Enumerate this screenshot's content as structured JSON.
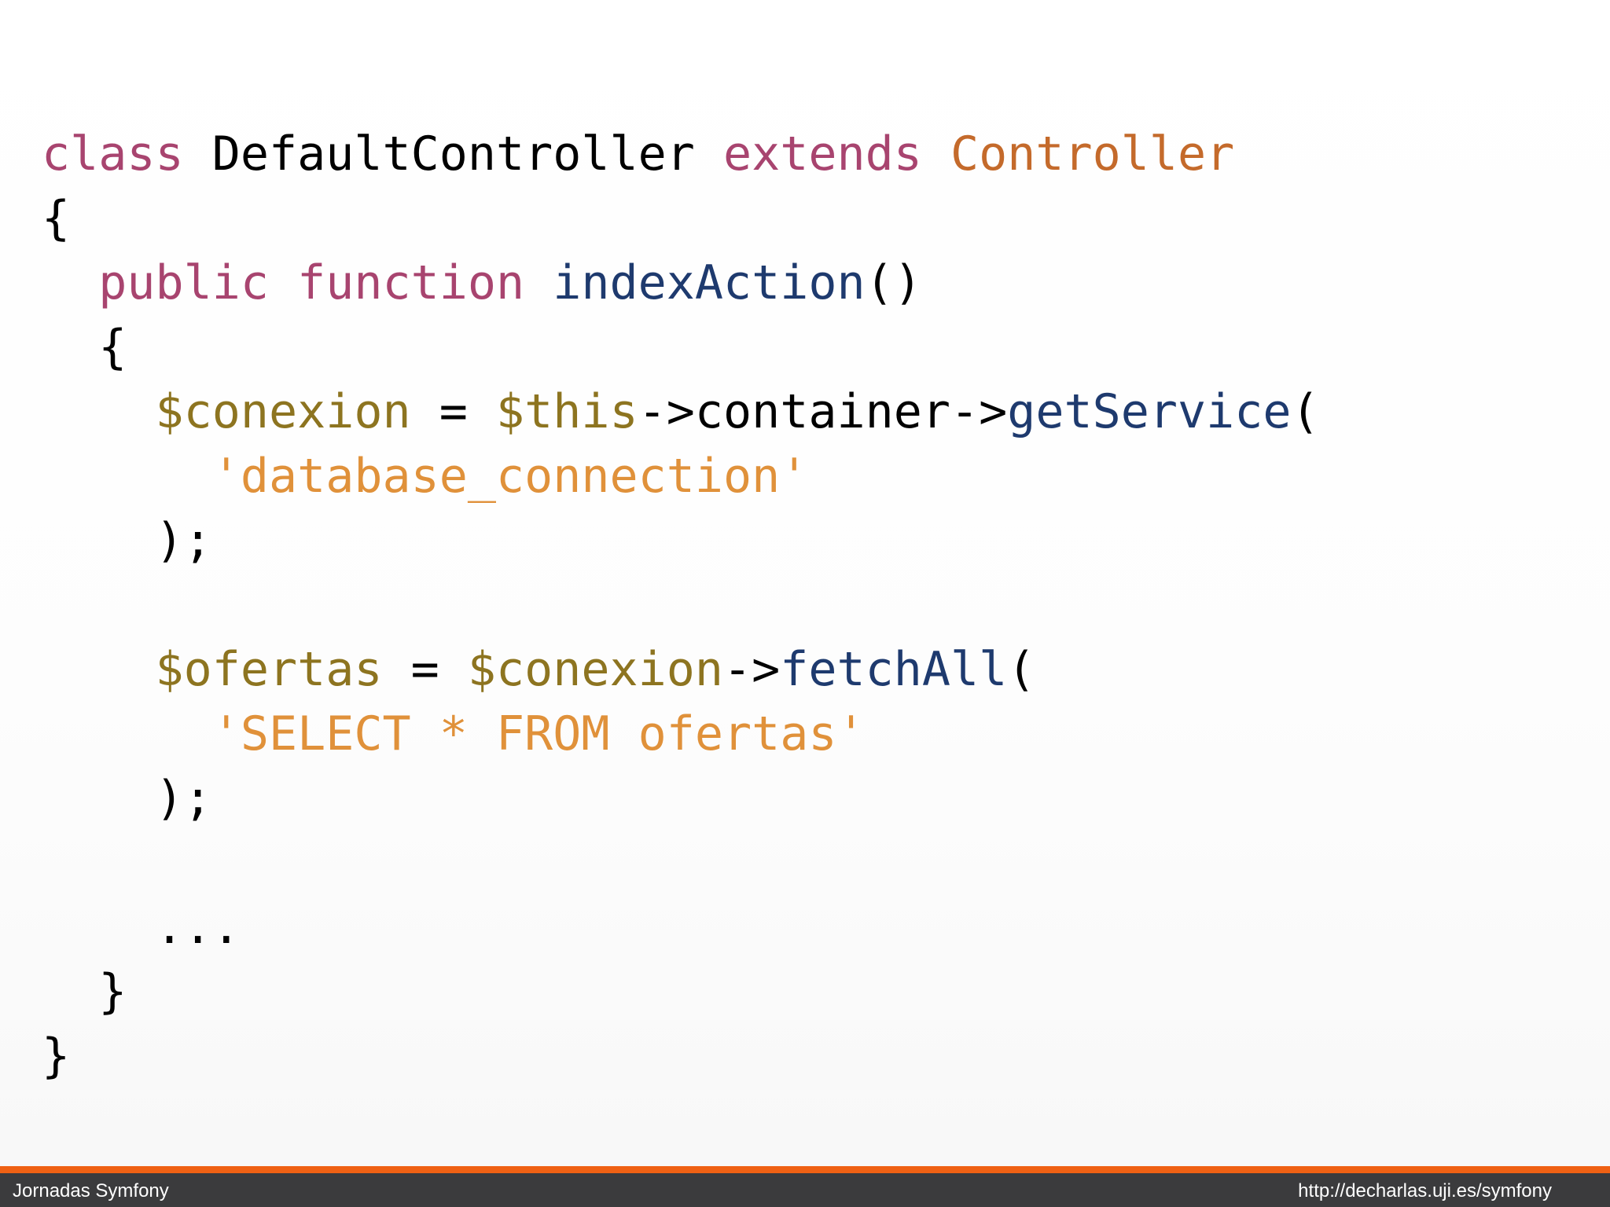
{
  "colors": {
    "keyword": "#a8446f",
    "class_name": "#000000",
    "parent_class": "#c46a2b",
    "function_name": "#1e3a6e",
    "variable": "#8d7420",
    "string": "#e0913a",
    "plain": "#000000",
    "accent_bar": "#ef6114",
    "footer_bg": "#3b3b3d"
  },
  "code": {
    "language": "php",
    "lines": [
      [
        {
          "text": "class",
          "kind": "keyword"
        },
        {
          "text": " ",
          "kind": "plain"
        },
        {
          "text": "DefaultController",
          "kind": "class_name"
        },
        {
          "text": " ",
          "kind": "plain"
        },
        {
          "text": "extends",
          "kind": "keyword"
        },
        {
          "text": " ",
          "kind": "plain"
        },
        {
          "text": "Controller",
          "kind": "parent_class"
        }
      ],
      [
        {
          "text": "{",
          "kind": "plain"
        }
      ],
      [
        {
          "text": "  ",
          "kind": "plain"
        },
        {
          "text": "public",
          "kind": "keyword"
        },
        {
          "text": " ",
          "kind": "plain"
        },
        {
          "text": "function",
          "kind": "keyword"
        },
        {
          "text": " ",
          "kind": "plain"
        },
        {
          "text": "indexAction",
          "kind": "function_name"
        },
        {
          "text": "()",
          "kind": "plain"
        }
      ],
      [
        {
          "text": "  {",
          "kind": "plain"
        }
      ],
      [
        {
          "text": "    ",
          "kind": "plain"
        },
        {
          "text": "$conexion",
          "kind": "variable"
        },
        {
          "text": " = ",
          "kind": "plain"
        },
        {
          "text": "$this",
          "kind": "variable"
        },
        {
          "text": "->container->",
          "kind": "plain"
        },
        {
          "text": "getService",
          "kind": "function_name"
        },
        {
          "text": "(",
          "kind": "plain"
        }
      ],
      [
        {
          "text": "      ",
          "kind": "plain"
        },
        {
          "text": "'database_connection'",
          "kind": "string"
        }
      ],
      [
        {
          "text": "    );",
          "kind": "plain"
        }
      ],
      [],
      [
        {
          "text": "    ",
          "kind": "plain"
        },
        {
          "text": "$ofertas",
          "kind": "variable"
        },
        {
          "text": " = ",
          "kind": "plain"
        },
        {
          "text": "$conexion",
          "kind": "variable"
        },
        {
          "text": "->",
          "kind": "plain"
        },
        {
          "text": "fetchAll",
          "kind": "function_name"
        },
        {
          "text": "(",
          "kind": "plain"
        }
      ],
      [
        {
          "text": "      ",
          "kind": "plain"
        },
        {
          "text": "'SELECT * FROM ofertas'",
          "kind": "string"
        }
      ],
      [
        {
          "text": "    );",
          "kind": "plain"
        }
      ],
      [],
      [
        {
          "text": "    ...",
          "kind": "plain"
        }
      ],
      [
        {
          "text": "  }",
          "kind": "plain"
        }
      ],
      [
        {
          "text": "}",
          "kind": "plain"
        }
      ]
    ]
  },
  "footer": {
    "left_text": "Jornadas Symfony",
    "right_text": "http://decharlas.uji.es/symfony"
  }
}
